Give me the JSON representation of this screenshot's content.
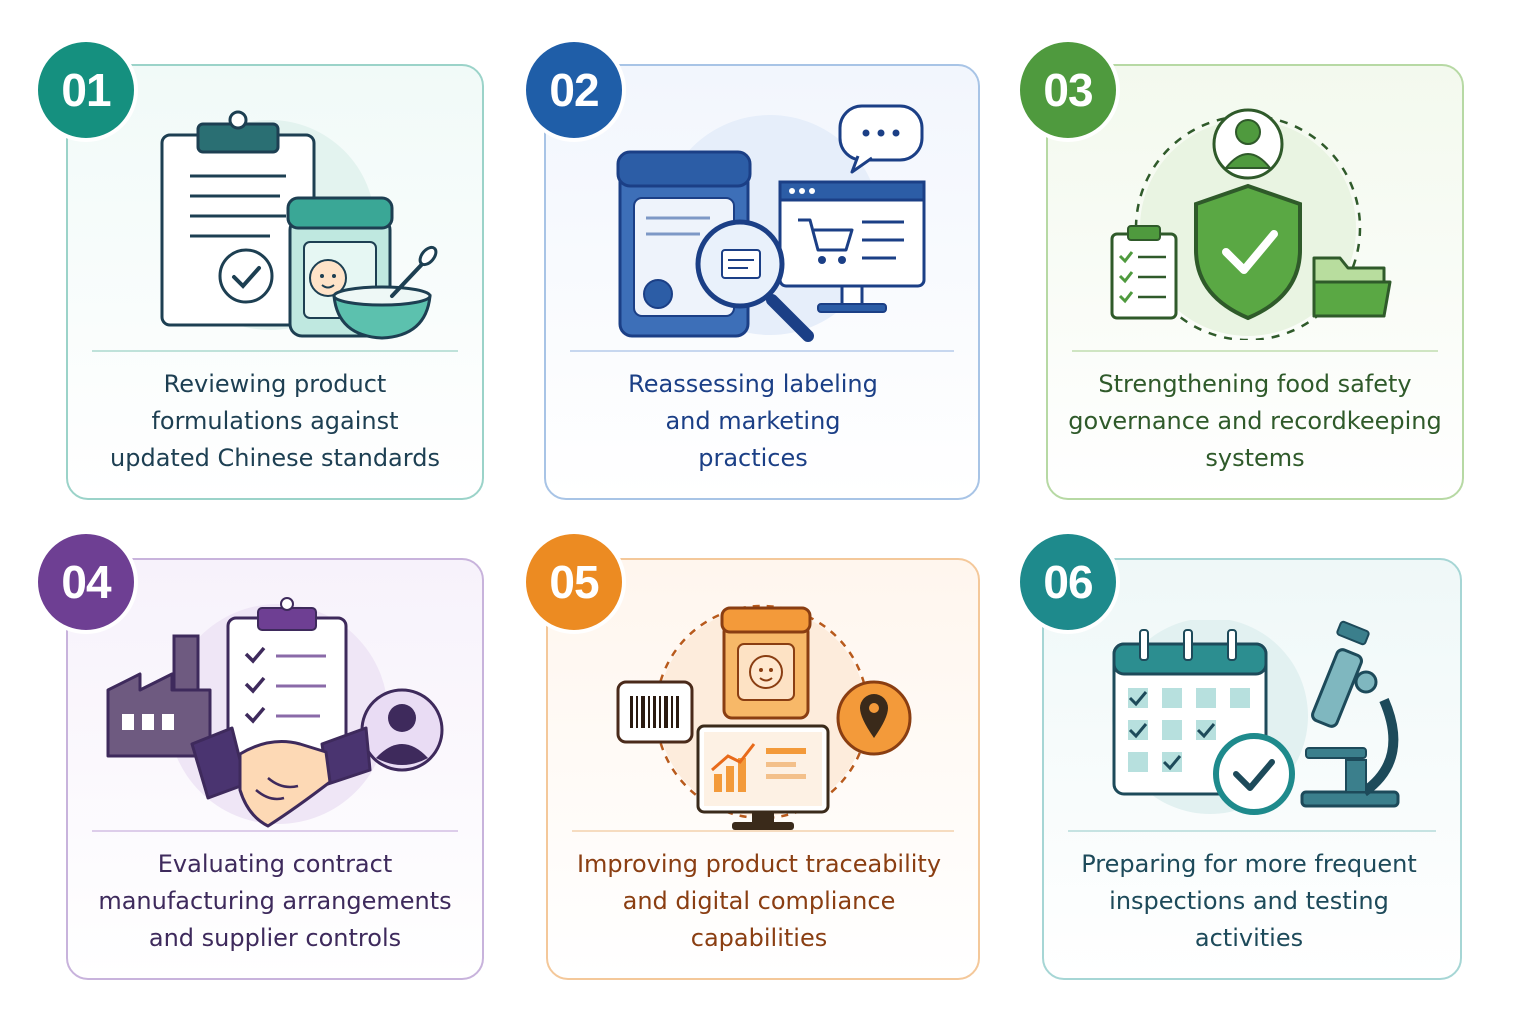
{
  "cards": [
    {
      "number": "01",
      "lines": [
        "Reviewing product",
        "formulations against",
        "updated Chinese standards"
      ],
      "accent": "#15907f",
      "text_color": "#1d3f52"
    },
    {
      "number": "02",
      "lines": [
        "Reassessing labeling",
        "and marketing",
        "practices"
      ],
      "accent": "#1f5ea8",
      "text_color": "#1b3f86"
    },
    {
      "number": "03",
      "lines": [
        "Strengthening food safety",
        "governance and recordkeeping",
        "systems"
      ],
      "accent": "#4f9a3e",
      "text_color": "#2f5a2a"
    },
    {
      "number": "04",
      "lines": [
        "Evaluating contract",
        "manufacturing arrangements",
        "and supplier controls"
      ],
      "accent": "#6e3f93",
      "text_color": "#3e2a5c"
    },
    {
      "number": "05",
      "lines": [
        "Improving product traceability",
        "and digital compliance",
        "capabilities"
      ],
      "accent": "#ec8b22",
      "text_color": "#8a3e12"
    },
    {
      "number": "06",
      "lines": [
        "Preparing for more frequent",
        "inspections and testing",
        "activities"
      ],
      "accent": "#1e8a8c",
      "text_color": "#1d4a5a"
    }
  ],
  "icons": {
    "card1": [
      "clipboard-icon",
      "checkmark-icon",
      "formula-jar-icon",
      "baby-face-icon",
      "bowl-icon",
      "spoon-icon"
    ],
    "card2": [
      "formula-can-icon",
      "magnifier-icon",
      "monitor-icon",
      "shopping-cart-icon",
      "chat-bubble-icon"
    ],
    "card3": [
      "user-icon",
      "shield-check-icon",
      "checklist-icon",
      "folder-icon"
    ],
    "card4": [
      "factory-icon",
      "checklist-clipboard-icon",
      "handshake-icon",
      "user-avatar-icon"
    ],
    "card5": [
      "barcode-icon",
      "formula-jar-icon",
      "location-pin-icon",
      "analytics-monitor-icon"
    ],
    "card6": [
      "calendar-icon",
      "check-circle-icon",
      "microscope-icon"
    ]
  }
}
